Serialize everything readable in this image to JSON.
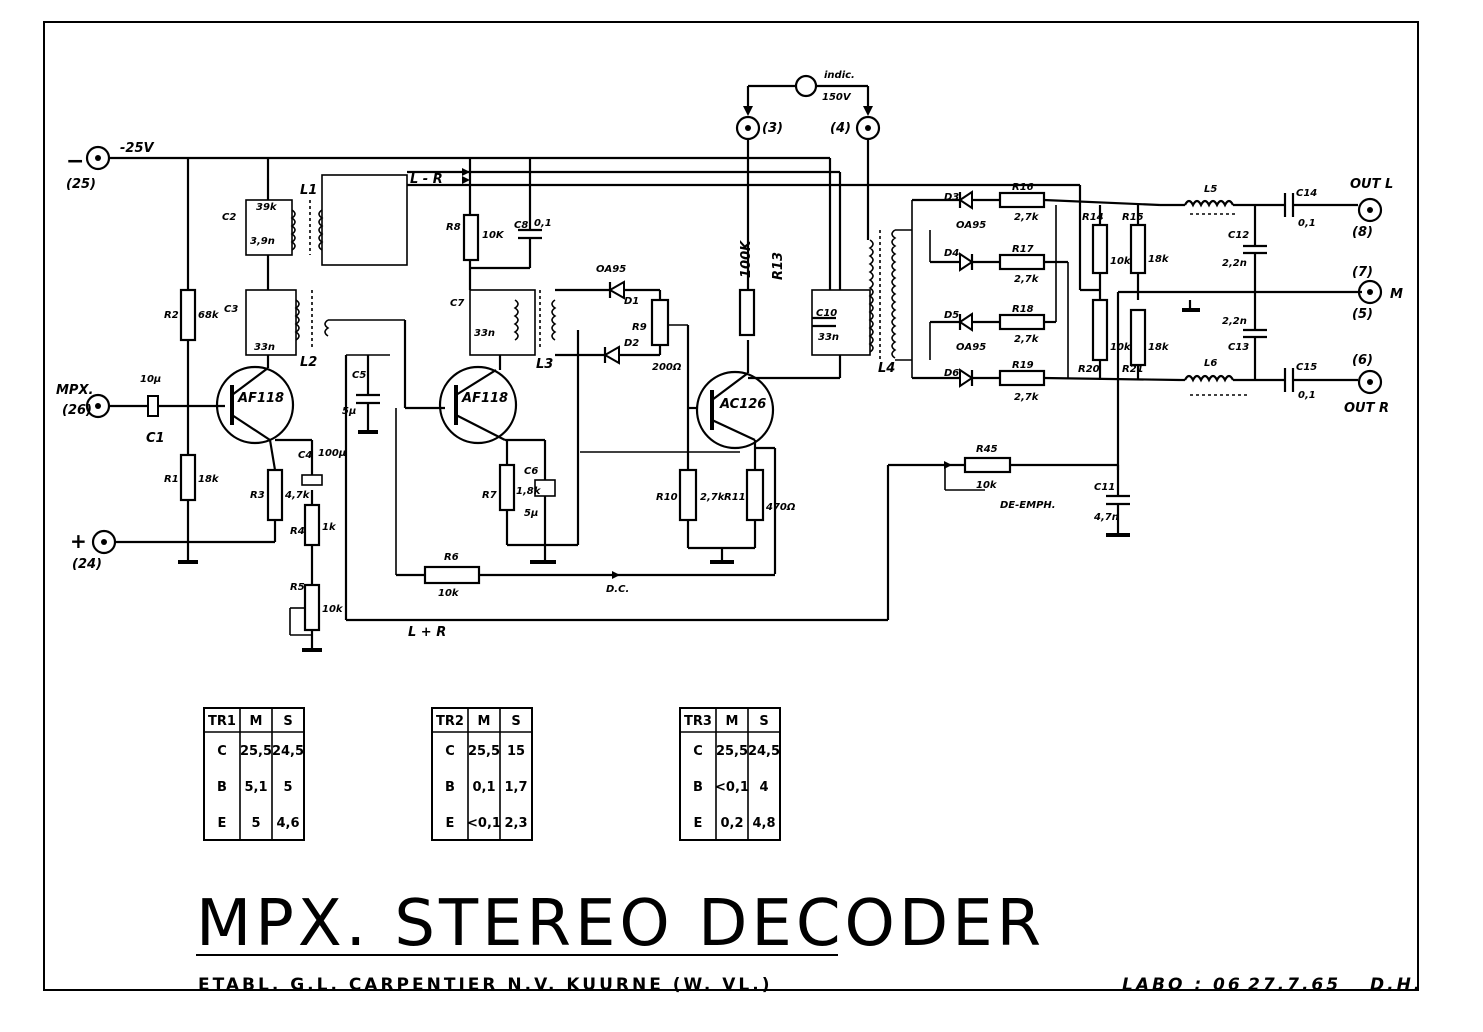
{
  "title": "MPX. STEREO DECODER",
  "company": "ETABL.  G.L. CARPENTIER   N.V.   KUURNE   (W. VL.)",
  "lab_ref": "LABO : 06",
  "date": "27.7.65",
  "author": "D.H.",
  "supply": {
    "neg_label": "-25V",
    "neg_sign": "−",
    "neg_pin": "(25)",
    "pos_sign": "+",
    "pos_pin": "(24)"
  },
  "input": {
    "label": "MPX.",
    "pin": "(26)"
  },
  "indicator": {
    "label": "indic.",
    "voltage": "150V",
    "pin_a": "(3)",
    "pin_b": "(4)"
  },
  "outputs": {
    "left_label": "OUT  L",
    "left_pin": "(8)",
    "mid_label": "M",
    "mid_pin_a": "(7)",
    "mid_pin_b": "(5)",
    "right_label": "OUT  R",
    "right_pin": "(6)"
  },
  "transistors": {
    "tr1": "AF118",
    "tr2": "AF118",
    "tr3": "AC126"
  },
  "signals": {
    "lmr": "L - R",
    "lpr": "L + R",
    "dc": "D.C.",
    "deemph": "DE-EMPH."
  },
  "resistors": {
    "R1": "R1",
    "R1_val": "18k",
    "R2": "R2",
    "R2_val": "68k",
    "R3": "R3",
    "R3_val": "4,7k",
    "R4": "R4",
    "R4_val": "1k",
    "R5": "R5",
    "R5_val": "10k",
    "R6": "R6",
    "R6_val": "10k",
    "R7": "R7",
    "R7_val": "1,8k",
    "R8": "R8",
    "R8_val": "10K",
    "R9": "R9",
    "R9_val": "200Ω",
    "R10": "R10",
    "R10_val": "2,7k",
    "R11": "R11",
    "R11_val": "470Ω",
    "R13": "R13",
    "R13_val": "100K",
    "R14": "R14",
    "R14_val": "10k",
    "R15": "R15",
    "R15_val": "18k",
    "R16": "R16",
    "R16_val": "2,7k",
    "R17": "R17",
    "R17_val": "2,7k",
    "R18": "R18",
    "R18_val": "2,7k",
    "R19": "R19",
    "R19_val": "2,7k",
    "R20": "R20",
    "R21": "R21",
    "R20_val": "10k",
    "R21_val": "18k",
    "R45": "R45",
    "R45_val": "10k"
  },
  "capacitors": {
    "C1": "C1",
    "C1_val": "10μ",
    "C2": "C2",
    "C2_val_a": "3,9n",
    "C2_val_b": "39k",
    "C3": "C3",
    "C3_val": "33n",
    "C4": "C4",
    "C4_val": "100μ",
    "C5": "C5",
    "C5_val": "5μ",
    "C6": "C6",
    "C6_val": "5μ",
    "C7": "C7",
    "C7_val": "33n",
    "C8": "C8",
    "C8_val": "0,1",
    "C10": "C10",
    "C10_val": "33n",
    "C11": "C11",
    "C11_val": "4,7n",
    "C12": "C12",
    "C12_val": "2,2n",
    "C13": "C13",
    "C13_val": "2,2n",
    "C14": "C14",
    "C14_val": "0,1",
    "C15": "C15",
    "C15_val": "0,1"
  },
  "inductors": {
    "L1": "L1",
    "L2": "L2",
    "L3": "L3",
    "L4": "L4",
    "L5": "L5",
    "L6": "L6"
  },
  "diodes": {
    "D1": "D1",
    "D2": "D2",
    "D3": "D3",
    "D4": "D4",
    "D5": "D5",
    "D6": "D6",
    "type_a": "OA95",
    "type_b": "OA95",
    "type_c": "OA95"
  },
  "tables": [
    {
      "header": [
        "TR1",
        "M",
        "S"
      ],
      "rows": [
        [
          "C",
          "25,5",
          "24,5"
        ],
        [
          "B",
          "5,1",
          "5"
        ],
        [
          "E",
          "5",
          "4,6"
        ]
      ]
    },
    {
      "header": [
        "TR2",
        "M",
        "S"
      ],
      "rows": [
        [
          "C",
          "25,5",
          "15"
        ],
        [
          "B",
          "0,1",
          "1,7"
        ],
        [
          "E",
          "<0,1",
          "2,3"
        ]
      ]
    },
    {
      "header": [
        "TR3",
        "M",
        "S"
      ],
      "rows": [
        [
          "C",
          "25,5",
          "24,5"
        ],
        [
          "B",
          "<0,1",
          "4"
        ],
        [
          "E",
          "0,2",
          "4,8"
        ]
      ]
    }
  ]
}
